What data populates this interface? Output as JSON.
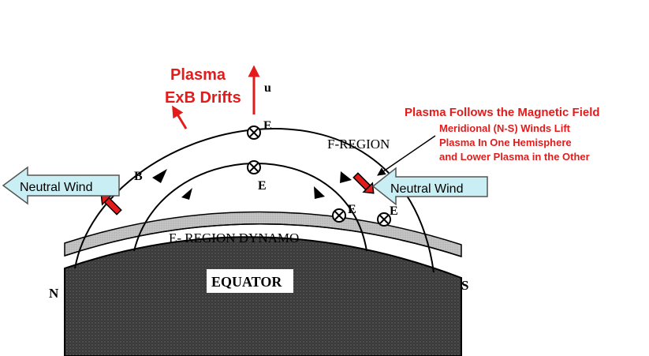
{
  "labels": {
    "plasma": "Plasma",
    "exb_drifts": "ExB Drifts",
    "u": "u",
    "follows_title": "Plasma Follows the Magnetic Field",
    "follows_line1": "Meridional (N-S) Winds Lift",
    "follows_line2": "Plasma In One Hemisphere",
    "follows_line3": "and Lower Plasma in the Other",
    "f_region": "F-REGION",
    "e_region": "E- REGION DYNAMO",
    "equator": "EQUATOR",
    "north": "N",
    "south": "S",
    "b_field": "B",
    "neutral_wind_left": "Neutral Wind",
    "neutral_wind_right": "Neutral Wind",
    "e_top_outer": "E",
    "e_top_inner": "E",
    "e_right_inner": "E",
    "e_right_outer": "E"
  },
  "colors": {
    "accent_red": "#e31b1b",
    "wind_fill": "#c9eef3",
    "earth_fill": "#4a4a4a",
    "e_layer_fill": "#bdbdbd"
  }
}
